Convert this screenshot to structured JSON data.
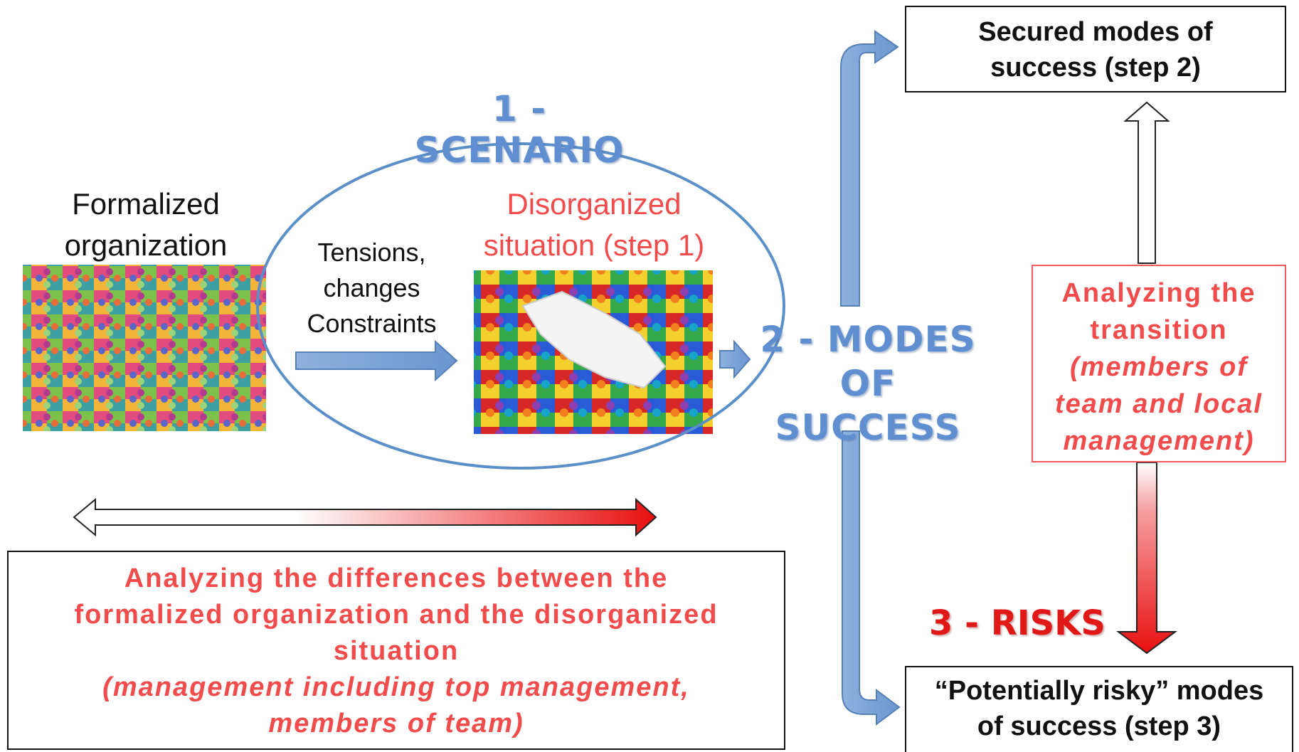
{
  "scenario_title": "1 - SCENARIO",
  "modes_title_line1": "2 - MODES",
  "modes_title_line2": "OF SUCCESS",
  "risks_title": "3 - RISKS",
  "formalized": {
    "line1": "Formalized",
    "line2": "organization"
  },
  "tensions": {
    "line1": "Tensions,",
    "line2": "changes",
    "line3": "Constraints"
  },
  "disorganized": {
    "line1": "Disorganized",
    "line2": "situation (step 1)"
  },
  "secured_box": {
    "line1": "Secured modes of",
    "line2": "success (step 2)"
  },
  "risky_box": {
    "line1": "“Potentially risky” modes",
    "line2": "of success (step 3)"
  },
  "transition_box": {
    "line1": "Analyzing the",
    "line2": "transition",
    "line3": "(members of",
    "line4": "team and local",
    "line5": "management)"
  },
  "differences_box": {
    "line1": "Analyzing the differences between the",
    "line2": "formalized organization and the disorganized",
    "line3": "situation",
    "line4": "(management including top management,",
    "line5": "members of team)"
  },
  "colors": {
    "blue_arrow": "#7aa2d6",
    "blue_stroke": "#5580b8",
    "red": "#e81010",
    "red_text": "#f24b4b",
    "ellipse": "#5b8fc8"
  }
}
